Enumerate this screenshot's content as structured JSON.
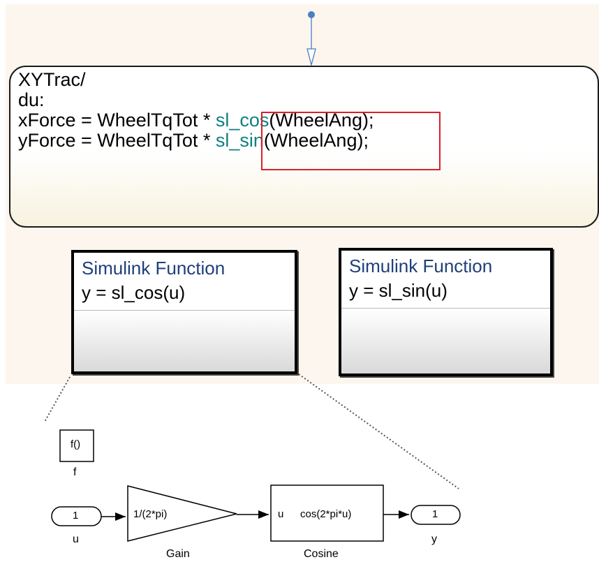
{
  "stateflow": {
    "state_name": "XYTrac/",
    "action_label": "du:",
    "line1": {
      "prefix": "xForce = WheelTqTot * ",
      "function": "sl_cos",
      "suffix": "(WheelAng);"
    },
    "line2": {
      "prefix": "yForce = WheelTqTot * ",
      "function": "sl_sin",
      "suffix": "(WheelAng);"
    }
  },
  "simulink_functions": [
    {
      "title": "Simulink Function",
      "signature": "y = sl_cos(u)"
    },
    {
      "title": "Simulink Function",
      "signature": "y = sl_sin(u)"
    }
  ],
  "subsystem": {
    "trigger_block": {
      "text": "f()",
      "label": "f"
    },
    "inport": {
      "number": "1",
      "label": "u"
    },
    "gain": {
      "text": "1/(2*pi)",
      "label": "Gain"
    },
    "cosine": {
      "port": "u",
      "text": "cos(2*pi*u)",
      "label": "Cosine"
    },
    "outport": {
      "number": "1",
      "label": "y"
    }
  },
  "colors": {
    "function_call_teal": "#0f8080",
    "highlight_red": "#d8202a",
    "function_title_blue": "#1f3f7a",
    "transition_blue": "#4a7fc0"
  }
}
